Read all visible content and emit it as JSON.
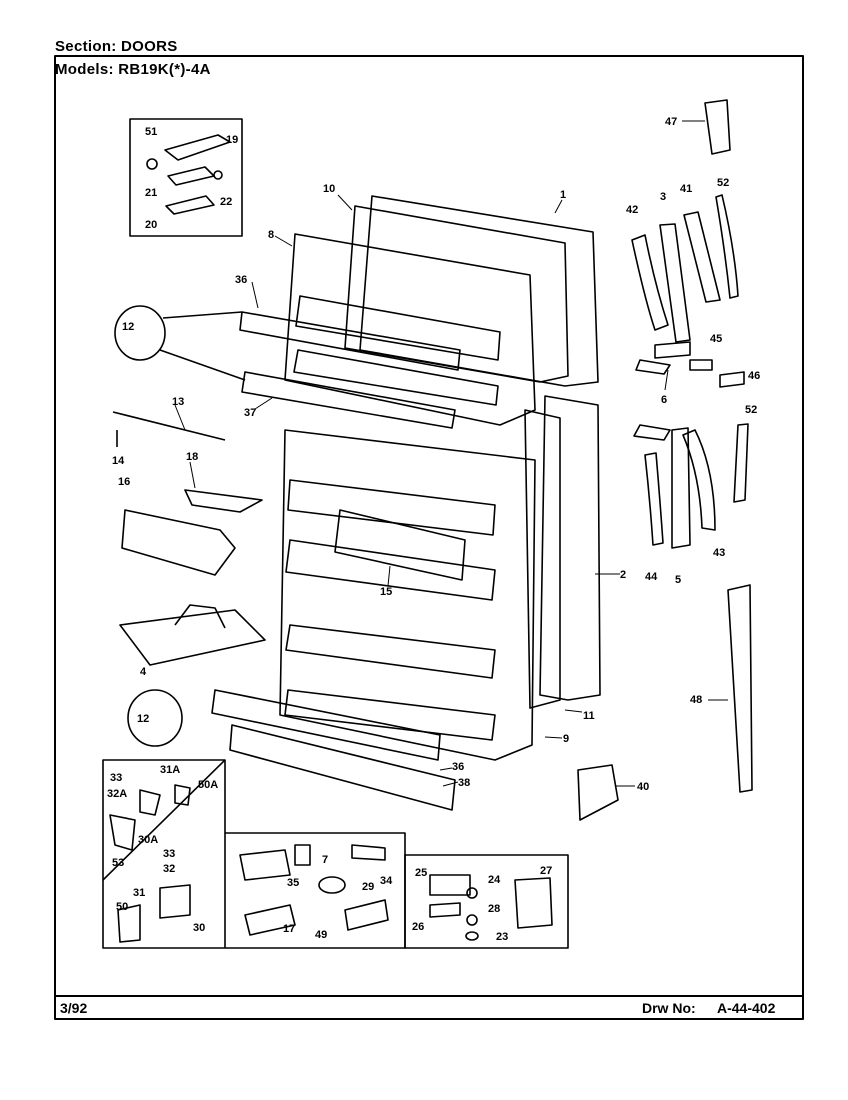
{
  "header": {
    "section_label": "Section:",
    "section_value": "DOORS",
    "models_label": "Models:",
    "models_value": "RB19K(*)-4A"
  },
  "footer": {
    "date": "3/92",
    "drawing_label": "Drw No:",
    "drawing_value": "A-44-402"
  },
  "callouts": {
    "c1": "1",
    "c2": "2",
    "c3": "3",
    "c4": "4",
    "c5": "5",
    "c6": "6",
    "c7": "7",
    "c8": "8",
    "c9": "9",
    "c10": "10",
    "c11": "11",
    "c12a": "12",
    "c12b": "12",
    "c13": "13",
    "c14": "14",
    "c15": "15",
    "c16": "16",
    "c17": "17",
    "c18": "18",
    "c19": "19",
    "c20": "20",
    "c21": "21",
    "c22": "22",
    "c23": "23",
    "c24": "24",
    "c25": "25",
    "c26": "26",
    "c27": "27",
    "c28": "28",
    "c29": "29",
    "c30": "30",
    "c30a": "30A",
    "c31": "31",
    "c31a": "31A",
    "c32": "32",
    "c32a": "32A",
    "c33": "33",
    "c33b": "33",
    "c34": "34",
    "c35": "35",
    "c36": "36",
    "c36b": "36",
    "c37": "37",
    "c38": "38",
    "c40": "40",
    "c41": "41",
    "c42": "42",
    "c43": "43",
    "c44": "44",
    "c45": "45",
    "c46": "46",
    "c47": "47",
    "c48": "48",
    "c49": "49",
    "c50": "50",
    "c50a": "50A",
    "c51": "51",
    "c52": "52",
    "c52b": "52",
    "c53": "53"
  }
}
